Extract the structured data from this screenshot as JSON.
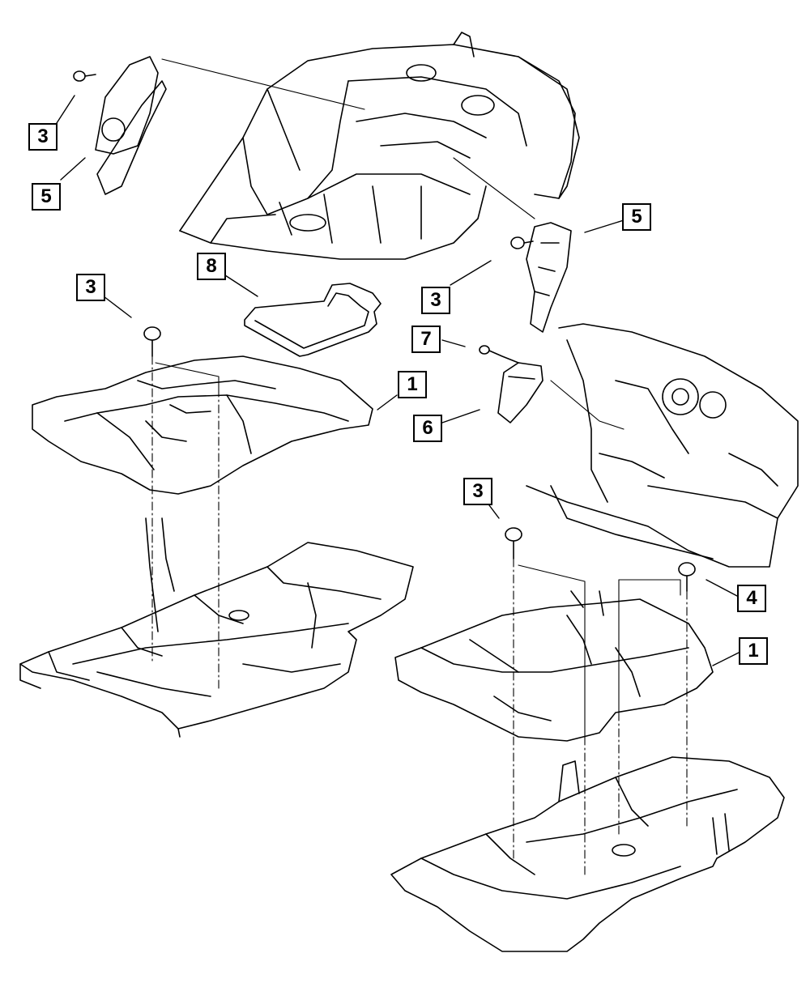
{
  "callouts": [
    {
      "id": "c3-a",
      "label": "3"
    },
    {
      "id": "c5-a",
      "label": "5"
    },
    {
      "id": "c5-b",
      "label": "5"
    },
    {
      "id": "c8",
      "label": "8"
    },
    {
      "id": "c3-b",
      "label": "3"
    },
    {
      "id": "c3-c",
      "label": "3"
    },
    {
      "id": "c7",
      "label": "7"
    },
    {
      "id": "c1-a",
      "label": "1"
    },
    {
      "id": "c6",
      "label": "6"
    },
    {
      "id": "c3-d",
      "label": "3"
    },
    {
      "id": "c4",
      "label": "4"
    },
    {
      "id": "c1-b",
      "label": "1"
    }
  ]
}
